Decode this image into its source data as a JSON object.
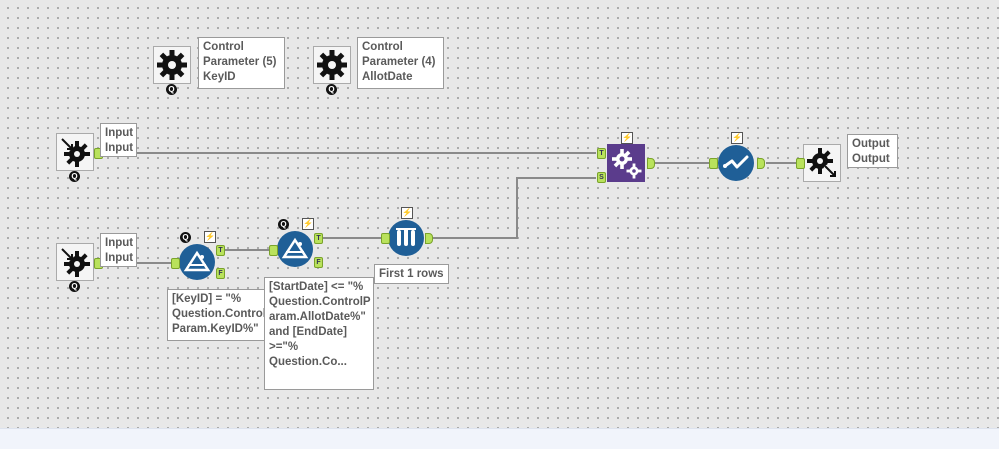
{
  "canvas": {
    "tools": {
      "control_param_5": {
        "icon": "gear-icon",
        "label": "Control\nParameter (5)\nKeyID",
        "badge": "Q"
      },
      "control_param_4": {
        "icon": "gear-icon",
        "label": "Control\nParameter (4)\nAllotDate",
        "badge": "Q"
      },
      "macro_input_1": {
        "icon": "macro-input-icon",
        "label": "Input\nInput",
        "badge": "Q"
      },
      "macro_input_2": {
        "icon": "macro-input-icon",
        "label": "Input\nInput",
        "badge": "Q"
      },
      "filter_1": {
        "icon": "filter-icon",
        "label": "[KeyID] = \"%\nQuestion.Control\nParam.KeyID%\"",
        "badge": "Q",
        "anchor_true": "T",
        "anchor_false": "F"
      },
      "filter_2": {
        "icon": "filter-icon",
        "label": "[StartDate] <= \"%\nQuestion.ControlP\naram.AllotDate%\"\nand [EndDate]\n>=\"%\nQuestion.Co...",
        "badge": "Q",
        "anchor_true": "T",
        "anchor_false": "F"
      },
      "sample": {
        "icon": "sample-icon",
        "label": "First 1 rows"
      },
      "join_macro": {
        "icon": "gears-icon",
        "anchor_top": "T",
        "anchor_bottom": "S"
      },
      "select": {
        "icon": "select-icon"
      },
      "macro_output": {
        "icon": "macro-output-icon",
        "label": "Output\nOutput"
      }
    },
    "bolt_glyph": "⚡"
  }
}
